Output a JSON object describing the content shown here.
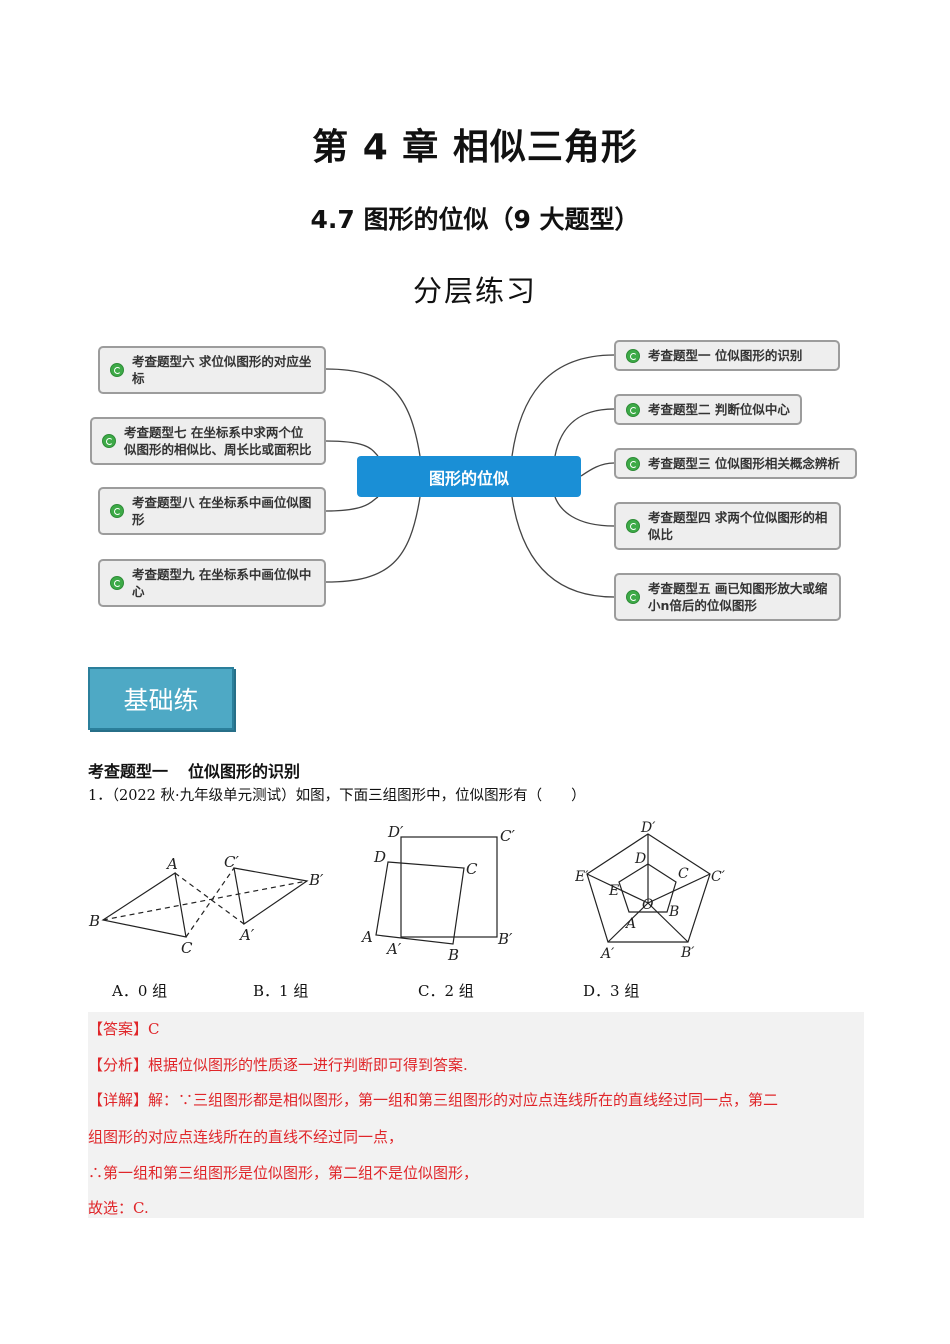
{
  "header": {
    "chapter_title": "第 4 章  相似三角形",
    "section_title": "4.7  图形的位似（9 大题型）",
    "subtitle": "分层练习"
  },
  "mindmap": {
    "center": "图形的位似",
    "left_nodes": [
      {
        "line1": "考查题型六 求位似图形的对应坐",
        "line2": "标"
      },
      {
        "line1": "考查题型七 在坐标系中求两个位",
        "line2": "似图形的相似比、周长比或面积比"
      },
      {
        "line1": "考查题型八 在坐标系中画位似图",
        "line2": "形"
      },
      {
        "line1": "考查题型九 在坐标系中画位似中",
        "line2": "心"
      }
    ],
    "right_nodes": [
      {
        "line1": "考查题型一 位似图形的识别",
        "line2": ""
      },
      {
        "line1": "考查题型二 判断位似中心",
        "line2": ""
      },
      {
        "line1": "考查题型三 位似图形相关概念辨析",
        "line2": ""
      },
      {
        "line1": "考查题型四 求两个位似图形的相",
        "line2": "似比"
      },
      {
        "line1": "考查题型五 画已知图形放大或缩",
        "line2": "小n倍后的位似图形"
      }
    ]
  },
  "section_label": "基础练",
  "question_type": {
    "label": "考查题型一",
    "name": "位似图形的识别"
  },
  "question": {
    "number": "1．",
    "text": "（2022 秋·九年级单元测试）如图，下面三组图形中，位似图形有（　　）",
    "figure1_labels": {
      "A": "A",
      "B": "B",
      "C": "C",
      "A2": "A′",
      "B2": "B′",
      "C2": "C′"
    },
    "figure2_labels": {
      "A": "A",
      "B": "B",
      "C": "C",
      "D": "D",
      "A2": "A′",
      "B2": "B′",
      "C2": "C′",
      "D2": "D′"
    },
    "figure3_labels": {
      "A": "A",
      "B": "B",
      "C": "C",
      "D": "D",
      "E": "E",
      "O": "O",
      "A2": "A′",
      "B2": "B′",
      "C2": "C′",
      "D2": "D′",
      "E2": "E′"
    },
    "options": [
      "A．0 组",
      "B．1 组",
      "C．2 组",
      "D．3 组"
    ]
  },
  "answer": {
    "answer_tag": "【答案】",
    "answer_value": "C",
    "analysis_tag": "【分析】",
    "analysis_text": "根据位似图形的性质逐一进行判断即可得到答案.",
    "detail_tag": "【详解】",
    "detail_line1": "解：∵三组图形都是相似图形，第一组和第三组图形的对应点连线所在的直线经过同一点，第二",
    "detail_line2": "组图形的对应点连线所在的直线不经过同一点，",
    "detail_line3": "∴第一组和第三组图形是位似图形，第二组不是位似图形，",
    "detail_line4": "故选：C."
  }
}
